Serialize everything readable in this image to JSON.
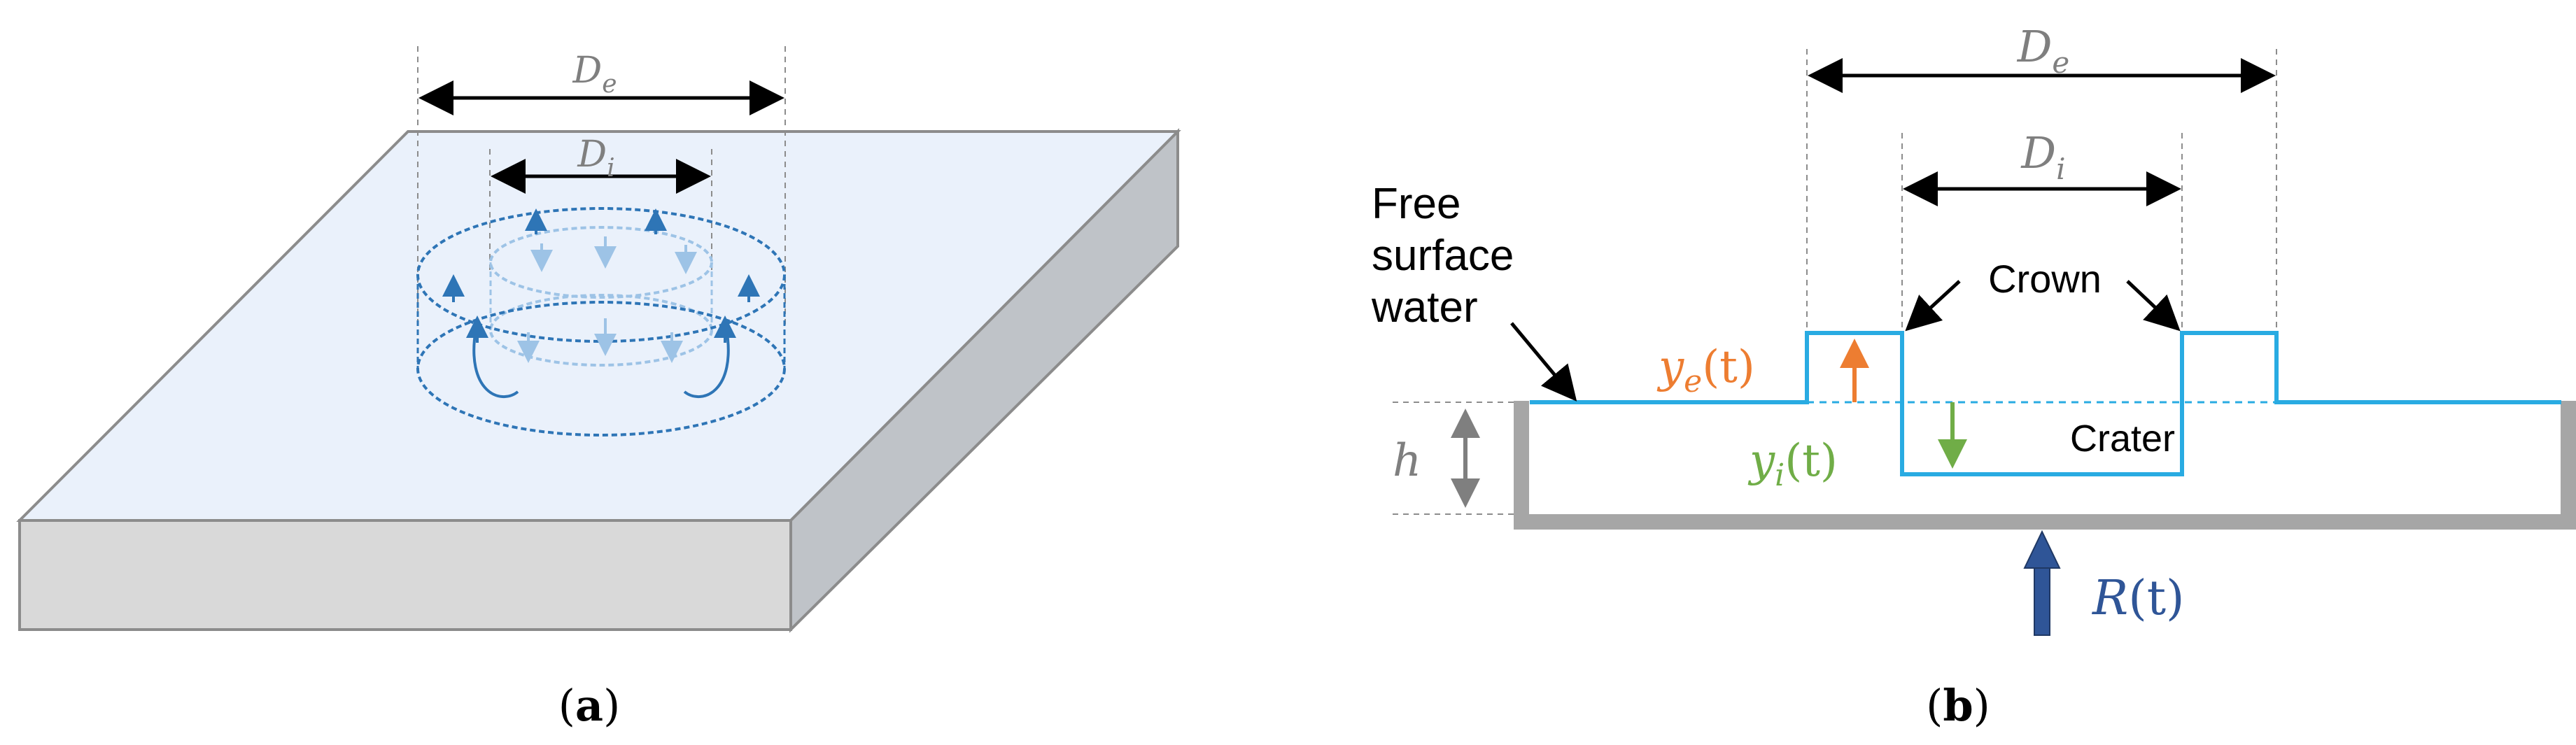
{
  "panel_a": {
    "caption_open": "(",
    "caption_letter": "a",
    "caption_close": ")",
    "de_main": "D",
    "de_sub": "e",
    "di_main": "D",
    "di_sub": "i"
  },
  "panel_b": {
    "caption_open": "(",
    "caption_letter": "b",
    "caption_close": ")",
    "de_main": "D",
    "de_sub": "e",
    "di_main": "D",
    "di_sub": "i",
    "free_surface_lines": [
      "Free",
      "surface",
      "water"
    ],
    "crown_label": "Crown",
    "crater_label": "Crater",
    "h_label": "h",
    "ye_main": "y",
    "ye_sub": "e",
    "ye_arg": "(t)",
    "yi_main": "y",
    "yi_sub": "i",
    "yi_arg": "(t)",
    "r_main": "R",
    "r_arg": "(t)"
  },
  "colors": {
    "water_blue": "#29abe2",
    "crown_blue": "#2e75b6",
    "light_blue": "#9dc3e6",
    "orange": "#ed7d31",
    "green": "#70ad47",
    "grey_label": "#7f7f7f",
    "plate_top": "#eaf1fb",
    "plate_front": "#d9d9d9",
    "plate_side": "#bfc3c8",
    "arrow_blue": "#2f5597"
  }
}
